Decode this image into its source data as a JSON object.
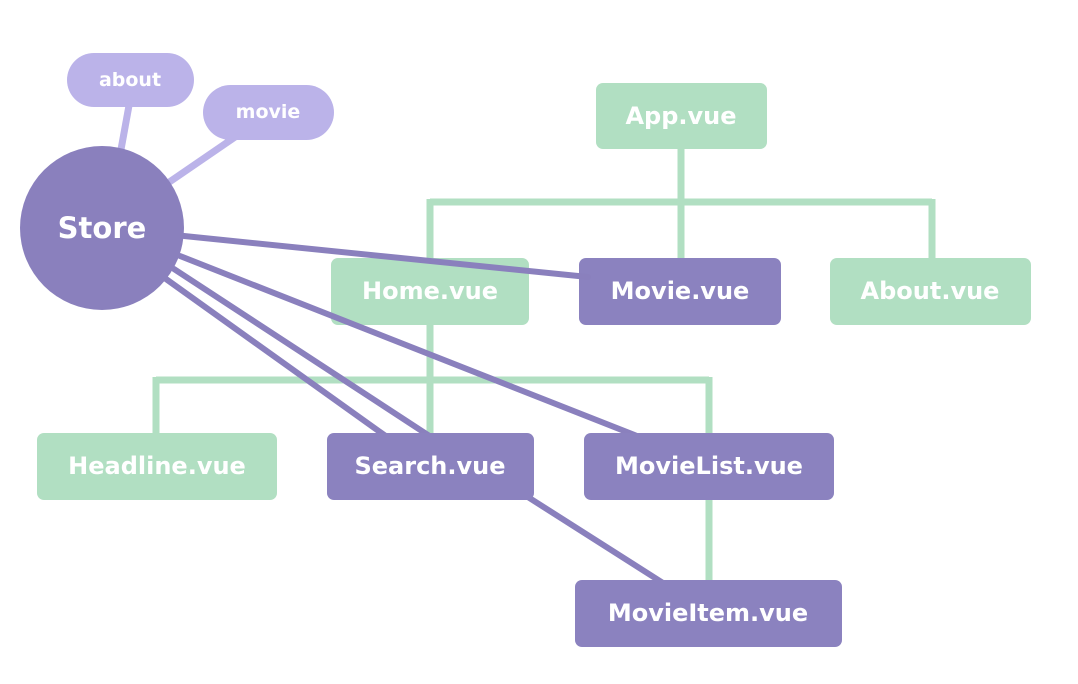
{
  "colors": {
    "background": "#ffffff",
    "component_green": "#b1dfc2",
    "component_purple": "#8b82bf",
    "store_purple": "#8a80bd",
    "module_lavender": "#bbb3e9",
    "tree_line": "#b1dfc2",
    "store_link": "#8a80bd",
    "text": "#ffffff"
  },
  "store": {
    "label": "Store"
  },
  "modules": [
    {
      "id": "about",
      "label": "about"
    },
    {
      "id": "movie",
      "label": "movie"
    }
  ],
  "components": [
    {
      "id": "app",
      "label": "App.vue",
      "uses_store": false
    },
    {
      "id": "home",
      "label": "Home.vue",
      "uses_store": false
    },
    {
      "id": "movie",
      "label": "Movie.vue",
      "uses_store": true
    },
    {
      "id": "about",
      "label": "About.vue",
      "uses_store": false
    },
    {
      "id": "headline",
      "label": "Headline.vue",
      "uses_store": false
    },
    {
      "id": "search",
      "label": "Search.vue",
      "uses_store": true
    },
    {
      "id": "movielist",
      "label": "MovieList.vue",
      "uses_store": true
    },
    {
      "id": "movieitem",
      "label": "MovieItem.vue",
      "uses_store": true
    }
  ]
}
